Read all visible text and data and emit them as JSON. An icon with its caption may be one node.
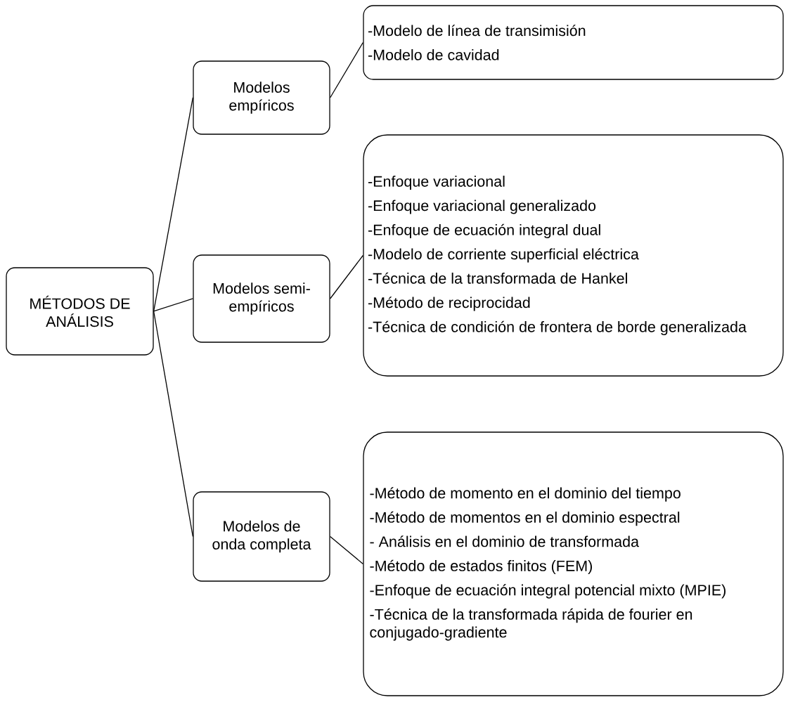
{
  "diagram": {
    "nodes": [
      {
        "text": [
          "MÉTODOS DE ANÁLISIS"
        ]
      },
      {
        "text": [
          "Modelos empíricos"
        ]
      },
      {
        "text": [
          "-Modelo de línea de transimisión",
          "-Modelo de cavidad"
        ]
      },
      {
        "text": [
          "Modelos semi-empíricos"
        ]
      },
      {
        "text": [
          "-Enfoque variacional",
          "-Enfoque variacional generalizado",
          "-Enfoque de ecuación integral dual",
          "-Modelo de corriente superficial eléctrica",
          "-Técnica de la transformada de Hankel",
          "-Método de reciprocidad",
          "-Técnica de condición de frontera de borde generalizada"
        ]
      },
      {
        "text": [
          "Modelos de onda completa"
        ]
      },
      {
        "text": [
          "-Método de momento en el dominio del tiempo",
          "-Método de momentos en el dominio espectral",
          "- Análisis en el dominio de transformada",
          "-Método de estados finitos (FEM)",
          "-Enfoque de ecuación integral potencial mixto (MPIE)",
          "-Técnica de la transformada rápida de fourier en conjugado-gradiente"
        ]
      }
    ],
    "edges": [
      {
        "from": 0,
        "to": 1,
        "arrow": "none"
      },
      {
        "from": 1,
        "to": 2,
        "arrow": "none"
      },
      {
        "from": 0,
        "to": 3,
        "arrow": "none"
      },
      {
        "from": 3,
        "to": 4,
        "arrow": "none"
      },
      {
        "from": 0,
        "to": 5,
        "arrow": "none"
      },
      {
        "from": 5,
        "to": 6,
        "arrow": "none"
      }
    ]
  }
}
